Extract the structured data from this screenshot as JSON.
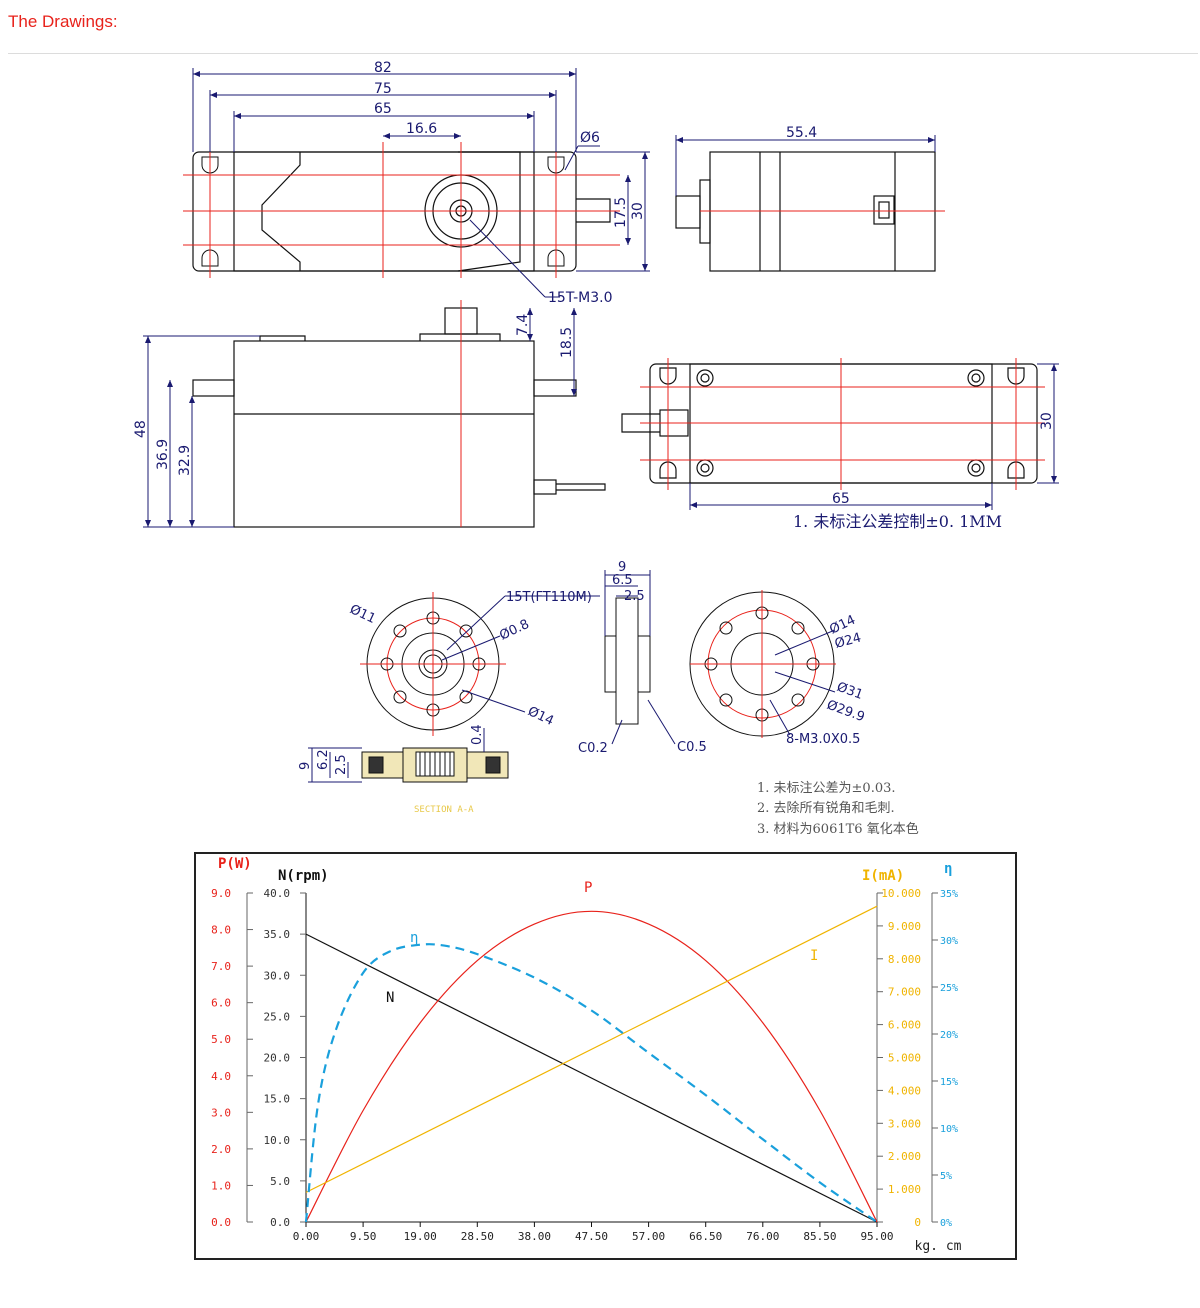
{
  "page": {
    "section_title": "The Drawings:"
  },
  "drawing": {
    "dims_top": [
      "82",
      "75",
      "65",
      "16.6",
      "Ø6",
      "17.5",
      "30",
      "55.4"
    ],
    "spline_label": "15T-M3.0",
    "dims_side": [
      "7.4",
      "18.5",
      "48",
      "36.9",
      "32.9"
    ],
    "dims_bottom": [
      "65",
      "30"
    ],
    "note_tolerance": "1. 未标注公差控制±0. 1MM",
    "horn": {
      "labels": [
        "Ø11",
        "15T(FT110M)",
        "Ø0.8",
        "Ø14",
        "9",
        "6.5",
        "2.5",
        "C0.2",
        "C0.5",
        "Ø14",
        "Ø24",
        "Ø31",
        "Ø29.9",
        "8-M3.0X0.5"
      ],
      "section_dims": [
        "9",
        "6.2",
        "2.5",
        "0.4"
      ],
      "section_label": "SECTION A-A",
      "notes": [
        "1. 未标注公差为±0.03.",
        "2. 去除所有锐角和毛刺.",
        "3. 材料为6061T6 氧化本色"
      ]
    }
  },
  "chart_data": {
    "type": "line",
    "title": "",
    "xlabel": "kg. cm",
    "x_ticks": [
      "0.00",
      "9.50",
      "19.00",
      "28.50",
      "38.00",
      "47.50",
      "57.00",
      "66.50",
      "76.00",
      "85.50",
      "95.00"
    ],
    "xlim": [
      0,
      95
    ],
    "axes": {
      "power": {
        "label": "P(W)",
        "ticks": [
          "0.0",
          "1.0",
          "2.0",
          "3.0",
          "4.0",
          "5.0",
          "6.0",
          "7.0",
          "8.0",
          "9.0"
        ],
        "lim": [
          0,
          9
        ],
        "color": "#e8221b"
      },
      "speed": {
        "label": "N(rpm)",
        "ticks": [
          "0.0",
          "5.0",
          "10.0",
          "15.0",
          "20.0",
          "25.0",
          "30.0",
          "35.0",
          "40.0"
        ],
        "lim": [
          0,
          40
        ],
        "color": "#111111"
      },
      "current": {
        "label": "I(mA)",
        "ticks": [
          "0",
          "1.000",
          "2.000",
          "3.000",
          "4.000",
          "5.000",
          "6.000",
          "7.000",
          "8.000",
          "9.000",
          "10.000"
        ],
        "lim": [
          0,
          10000
        ],
        "color": "#f0b400"
      },
      "efficiency": {
        "label": "η",
        "ticks": [
          "0%",
          "5%",
          "10%",
          "15%",
          "20%",
          "25%",
          "30%",
          "35%"
        ],
        "lim": [
          0,
          35
        ],
        "color": "#1aa0dc"
      }
    },
    "series": [
      {
        "name": "N",
        "axis": "speed",
        "x": [
          0,
          95
        ],
        "y": [
          35,
          0
        ],
        "color": "#111111"
      },
      {
        "name": "P",
        "axis": "power",
        "x": [
          0,
          9.5,
          19,
          28.5,
          38,
          47.5,
          57,
          66.5,
          76,
          85.5,
          95
        ],
        "y": [
          0,
          3.05,
          5.45,
          7.15,
          8.15,
          8.5,
          8.15,
          7.15,
          5.45,
          3.05,
          0
        ],
        "color": "#e8221b"
      },
      {
        "name": "I",
        "axis": "current",
        "x": [
          0,
          95
        ],
        "y": [
          900,
          9600
        ],
        "color": "#f0b400"
      },
      {
        "name": "η",
        "axis": "efficiency",
        "x": [
          0,
          2,
          5,
          9.5,
          14,
          19,
          23,
          28.5,
          38,
          47.5,
          57,
          66.5,
          76,
          85.5,
          95
        ],
        "y": [
          0,
          12.5,
          20.5,
          26.5,
          28.8,
          29.5,
          29.4,
          28.5,
          26,
          22.5,
          18,
          13.5,
          8.8,
          4.2,
          0
        ],
        "color": "#1aa0dc",
        "dashed": true
      }
    ]
  }
}
